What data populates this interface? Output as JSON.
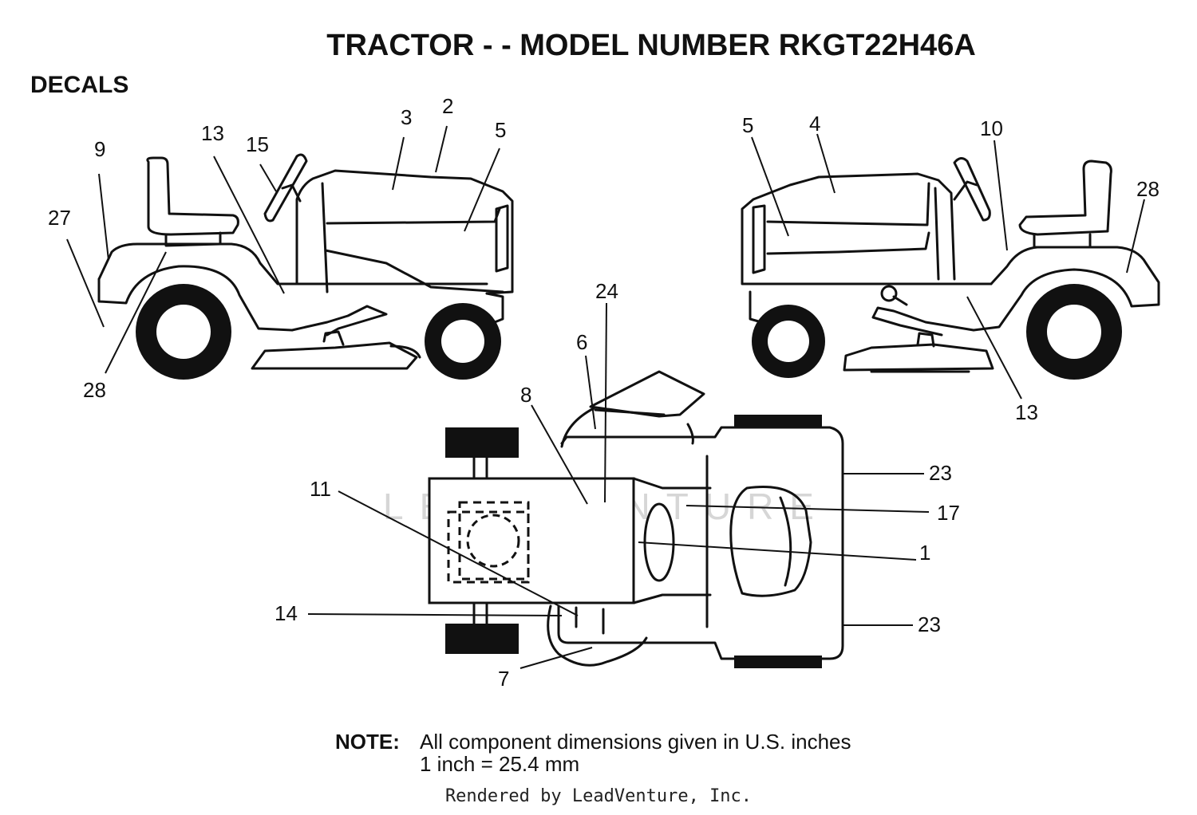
{
  "title": "TRACTOR - - MODEL NUMBER RKGT22H46A",
  "section": "DECALS",
  "watermark": "LEADVENTURE",
  "callouts": {
    "left_9": "9",
    "left_27": "27",
    "left_13": "13",
    "left_15": "15",
    "left_3": "3",
    "left_2": "2",
    "left_5": "5",
    "left_28": "28",
    "right_5": "5",
    "right_4": "4",
    "right_10": "10",
    "right_28": "28",
    "right_13": "13",
    "top_24": "24",
    "top_6": "6",
    "top_8": "8",
    "top_11": "11",
    "top_23a": "23",
    "top_17": "17",
    "top_1": "1",
    "top_14": "14",
    "top_23b": "23",
    "top_7": "7"
  },
  "note": {
    "label": "NOTE:",
    "line1": "All component dimensions given in U.S. inches",
    "line2": "1 inch = 25.4 mm"
  },
  "footer": "Rendered by LeadVenture, Inc."
}
